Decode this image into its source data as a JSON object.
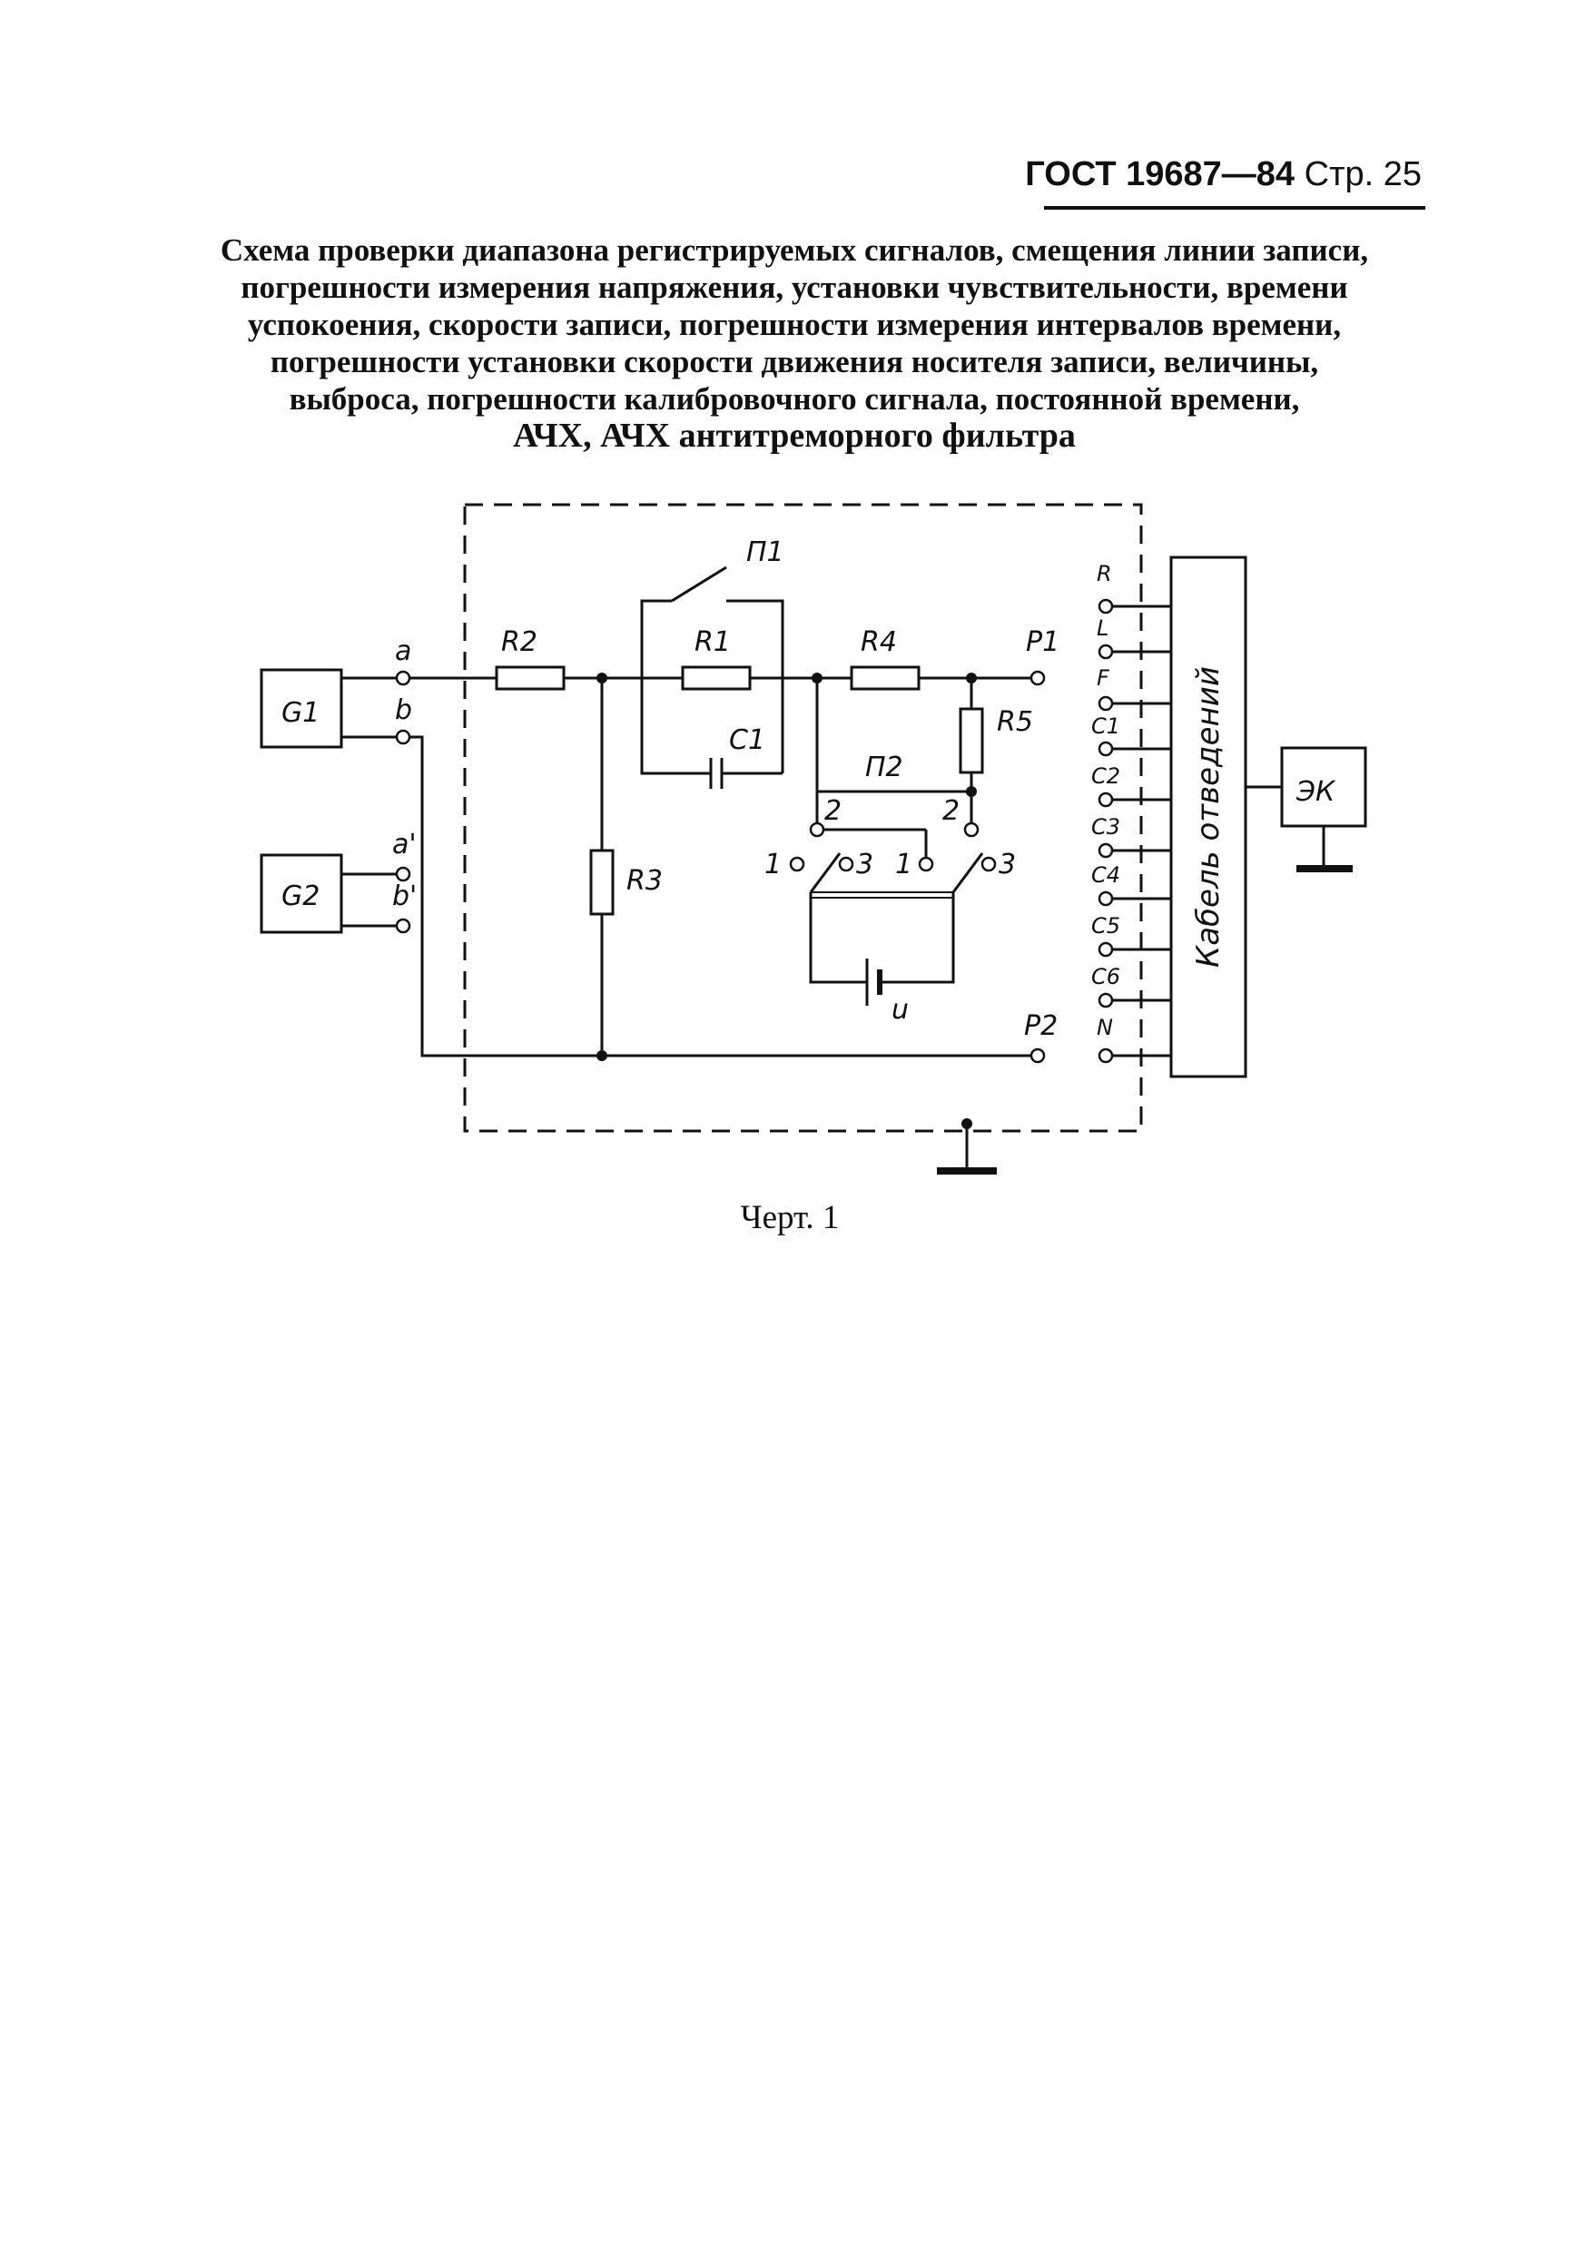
{
  "header": {
    "standard": "ГОСТ 19687—84",
    "page": "Стр. 25"
  },
  "caption": {
    "lines": [
      "Схема проверки диапазона регистрируемых сигналов, смещения линии записи,",
      "погрешности измерения напряжения, установки чувствительности, времени",
      "успокоения, скорости записи, погрешности измерения интервалов времени,",
      "погрешности установки скорости движения носителя записи, величины,",
      "выброса, погрешности калибровочного сигнала, постоянной времени,",
      "АЧХ, АЧХ антитреморного фильтра"
    ]
  },
  "diagram": {
    "generators": [
      "G1",
      "G2"
    ],
    "terminals": {
      "a": "a",
      "b": "b",
      "a2": "a'",
      "b2": "b'",
      "p1": "P1",
      "p2": "P2"
    },
    "resistors": [
      "R1",
      "R2",
      "R3",
      "R4",
      "R5"
    ],
    "capacitor": "C1",
    "switches": {
      "s1": "П1",
      "s2": "П2",
      "pos1": "1",
      "pos2": "2",
      "pos3": "3"
    },
    "voltage_source": "u",
    "leads": [
      "R",
      "L",
      "F",
      "C1",
      "C2",
      "C3",
      "C4",
      "C5",
      "C6",
      "N"
    ],
    "cable": "Кабель отведений",
    "device": "ЭК"
  },
  "figure_label": "Черт. 1"
}
